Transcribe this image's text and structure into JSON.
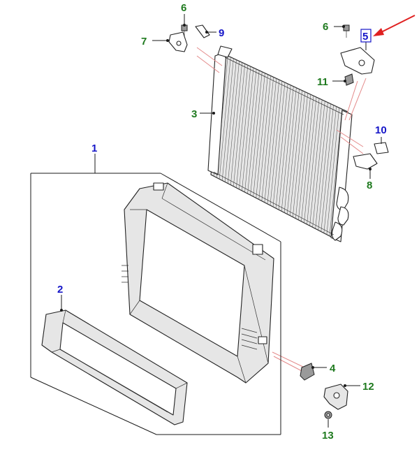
{
  "diagram": {
    "callouts": [
      {
        "id": "c1",
        "label": "1",
        "color": "blue"
      },
      {
        "id": "c2",
        "label": "2",
        "color": "blue"
      },
      {
        "id": "c3",
        "label": "3",
        "color": "green"
      },
      {
        "id": "c4",
        "label": "4",
        "color": "green"
      },
      {
        "id": "c5",
        "label": "5",
        "color": "blue"
      },
      {
        "id": "c6a",
        "label": "6",
        "color": "green"
      },
      {
        "id": "c6b",
        "label": "6",
        "color": "green"
      },
      {
        "id": "c7",
        "label": "7",
        "color": "green"
      },
      {
        "id": "c8",
        "label": "8",
        "color": "green"
      },
      {
        "id": "c9",
        "label": "9",
        "color": "blue"
      },
      {
        "id": "c10",
        "label": "10",
        "color": "blue"
      },
      {
        "id": "c11",
        "label": "11",
        "color": "green"
      },
      {
        "id": "c12",
        "label": "12",
        "color": "green"
      },
      {
        "id": "c13",
        "label": "13",
        "color": "green"
      }
    ],
    "colors": {
      "callout_blue": "#1515c8",
      "callout_green": "#1f7a1f",
      "highlight_arrow": "#e02020",
      "leader_pink": "#e48a8a"
    },
    "highlighted_callout": "5"
  }
}
